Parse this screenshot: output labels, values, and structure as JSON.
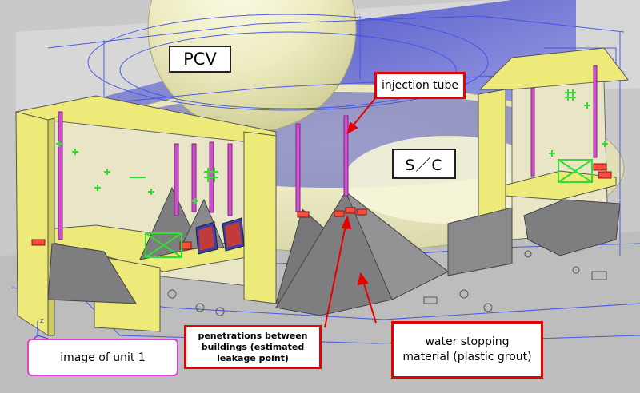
{
  "labels": {
    "pcv": "PCV",
    "sc": "S／C",
    "injection_tube": "injection tube",
    "penetrations": "penetrations between buildings (estimated leakage point)",
    "water_stopping": "water stopping material (plastic grout)",
    "unit": "image of unit 1"
  },
  "axis_triad": {
    "z_label": "z"
  },
  "colors": {
    "background": "#c9c9c9",
    "wall_yellow": "#eeea7a",
    "torus": "#f1f0c4",
    "blue_shade": "#3a3fb0",
    "grout_gray": "#7e7e80",
    "tube_magenta": "#d24bd0",
    "leak_red": "#ff4b3a",
    "cad_green": "#33dd33",
    "wire_blue": "#3c50e6",
    "callout_red": "#e60000",
    "unit_border": "#e040d8"
  }
}
